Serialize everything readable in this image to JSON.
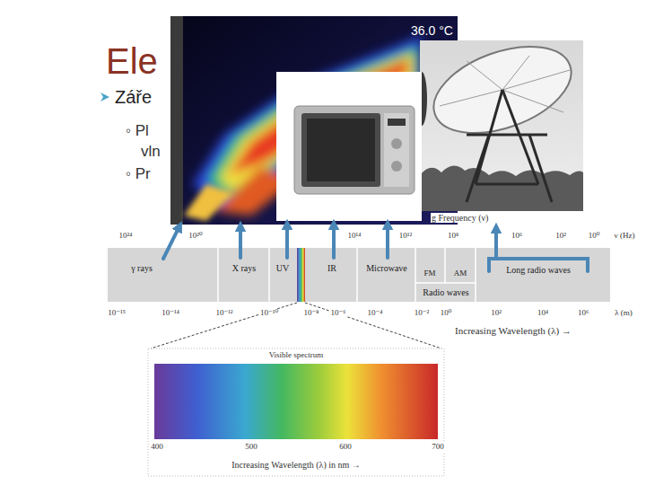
{
  "diagram": {
    "title": "Ele",
    "labels": [
      "Záře",
      "◦ Pl",
      "vln",
      "◦ Pr",
      "36.0 °C",
      "g Frequency (ν)",
      "10²⁴",
      "10²⁰",
      "10¹⁴",
      "10¹²",
      "10⁸",
      "10⁶",
      "10²",
      "10⁰",
      "ν (Hz)",
      "γ rays",
      "X rays",
      "UV",
      "IR",
      "Microwave",
      "FM",
      "AM",
      "Radio waves",
      "Long radio waves",
      "10⁻¹⁵",
      "10⁻¹⁴",
      "10⁻¹²",
      "10⁻¹⁰",
      "10⁻⁸",
      "10⁻⁶",
      "10⁻⁴",
      "10⁻²",
      "10⁰",
      "10²",
      "10⁴",
      "10⁶",
      "λ (m)",
      "Increasing Wavelength (λ) →",
      "Visible spectrum",
      "400",
      "500",
      "600",
      "700",
      "Increasing Wavelength (λ) in nm →"
    ]
  }
}
